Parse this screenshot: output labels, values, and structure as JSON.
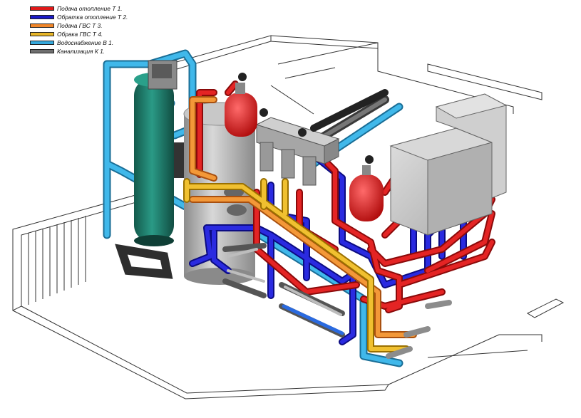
{
  "legend": {
    "items": [
      {
        "label": "Подача отопление Т 1.",
        "color": "#e01a1a"
      },
      {
        "label": "Обратка отопление Т 2.",
        "color": "#1a1ac8"
      },
      {
        "label": "Подача ГВС  Т 3.",
        "color": "#f0862a"
      },
      {
        "label": "Обрака ГВС  Т 4.",
        "color": "#e8b628"
      },
      {
        "label": "Водоснабжение В 1.",
        "color": "#35a8dc"
      },
      {
        "label": "Канализация К 1.",
        "color": "#6e6e6e"
      }
    ]
  },
  "colors": {
    "supply_heating": "#e01a1a",
    "return_heating": "#1a1ac8",
    "supply_dhw": "#f0862a",
    "return_dhw": "#e8b628",
    "water_supply": "#35a8dc",
    "sewage": "#6e6e6e",
    "filter_tank": "#1f7f6e",
    "boiler_tank": "#b8b8b8",
    "expansion_tank": "#cc1616",
    "heater_unit": "#c4c4c4",
    "wall_lines": "#333333"
  },
  "icons": {
    "filter_tank": "water-filter-tank-icon",
    "boiler": "indirect-water-heater-icon",
    "expansion_tank": "expansion-vessel-icon",
    "heater": "wall-boiler-icon",
    "manifold": "distribution-manifold-icon"
  }
}
